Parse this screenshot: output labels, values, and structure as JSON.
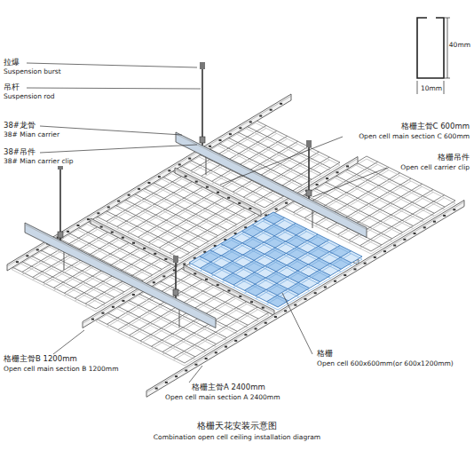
{
  "diagram": {
    "caption": "格栅天花安装示意图",
    "labels": [
      "拉爆",
      "Suspension burst",
      "吊杆",
      "Suspension rod",
      "38#龙骨",
      "38# Mian carrier",
      "38#吊件",
      "38# Mian carrier clip",
      "格栅主骨C 600mm",
      "Open cell main section C 600mm",
      "格栅吊件",
      "Open cell carrier clip",
      "格栅主骨B 1200mm",
      "Open cell main section B 1200mm",
      "格栅主骨A 2400mm",
      "Open cell main section A 2400mm",
      "格栅",
      "Open cell 600x600mm(or 600x1200mm)",
      "40mm",
      "10mm",
      "Combination open cell ceiling installation diagram"
    ]
  }
}
